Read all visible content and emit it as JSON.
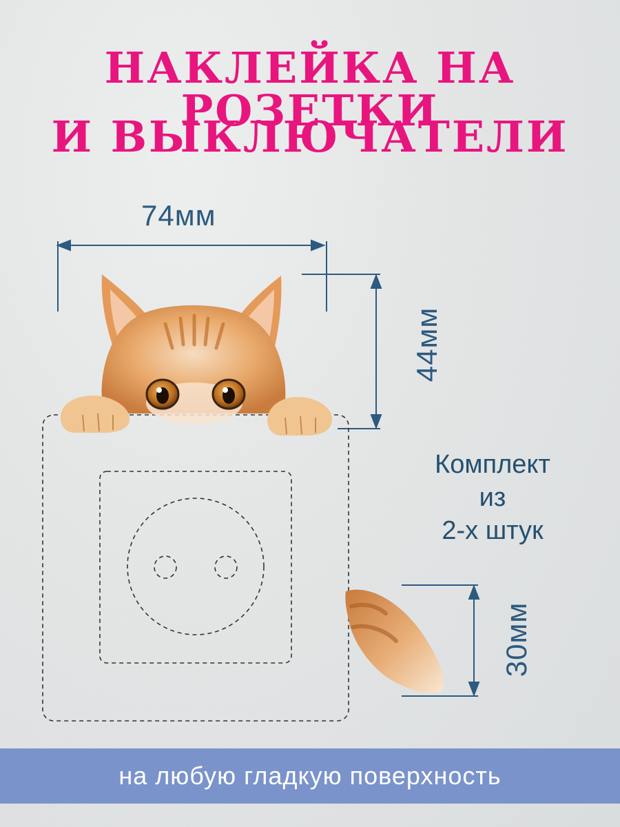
{
  "title": {
    "line1": "Наклейка на розетки",
    "line2": "и выключатели"
  },
  "dimensions": {
    "width_label": "74мм",
    "height_label": "44мм",
    "tail_label": "30мм"
  },
  "kit": {
    "line1": "Комплект",
    "line2": "из",
    "line3": "2-х штук"
  },
  "banner": {
    "text": "на любую гладкую поверхность"
  },
  "colors": {
    "title": "#e8157e",
    "dimension": "#2d5a7e",
    "banner": "#7a93cb",
    "cat_fur": "#e8a768"
  },
  "icons": [
    "cat-sticker-icon",
    "cat-tail-sticker-icon",
    "socket-outline-icon"
  ]
}
